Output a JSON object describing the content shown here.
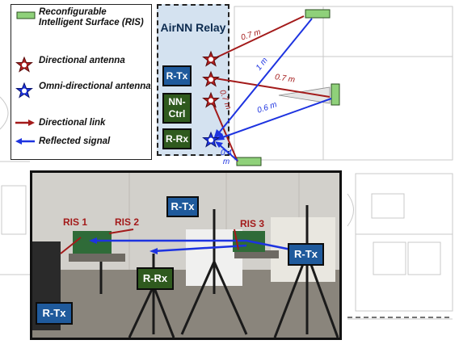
{
  "legend": {
    "ris": "Reconfigurable Intelligent Surface (RIS)",
    "directional_antenna": "Directional antenna",
    "omni_antenna": "Omni-directional antenna",
    "directional_link": "Directional link",
    "reflected_signal": "Reflected signal"
  },
  "relay": {
    "title": "AirNN Relay",
    "tx": "R-Tx",
    "ctrl": "NN-Ctrl",
    "rx": "R-Rx"
  },
  "distances": {
    "d1": "0.7 m",
    "d2": "1 m",
    "d3": "0.7 m",
    "d4": "0.7 m",
    "d5": "0.6 m",
    "d6": "0.4 m"
  },
  "photo": {
    "ris1": "RIS 1",
    "ris2": "RIS 2",
    "ris3": "RIS 3",
    "tx_top": "R-Tx",
    "tx_right": "R-Tx",
    "tx_left": "R-Tx",
    "rx": "R-Rx"
  },
  "colors": {
    "directional": "#a31a1a",
    "reflected": "#1d33e0",
    "ris_green": "#8fd17a",
    "relay_bg": "#d4e2f0",
    "label_blue": "#1f5a9c",
    "label_green": "#2f5a1e"
  }
}
